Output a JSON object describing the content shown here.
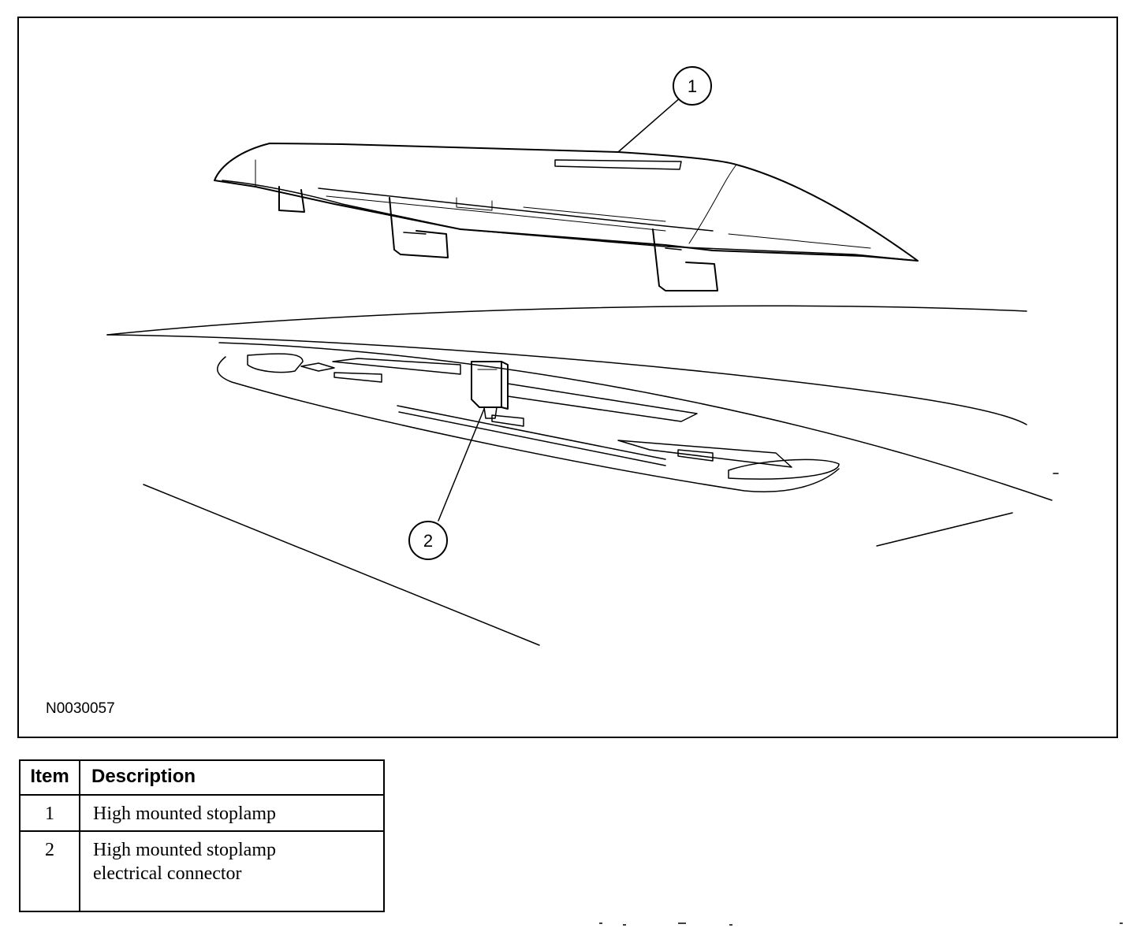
{
  "figure": {
    "code": "N0030057",
    "callouts": [
      "1",
      "2"
    ]
  },
  "legend": {
    "headers": {
      "item": "Item",
      "description": "Description"
    },
    "rows": [
      {
        "item": "1",
        "description": "High mounted stoplamp"
      },
      {
        "item": "2",
        "description_line1": "High mounted stoplamp",
        "description_line2": "electrical connector"
      }
    ]
  }
}
